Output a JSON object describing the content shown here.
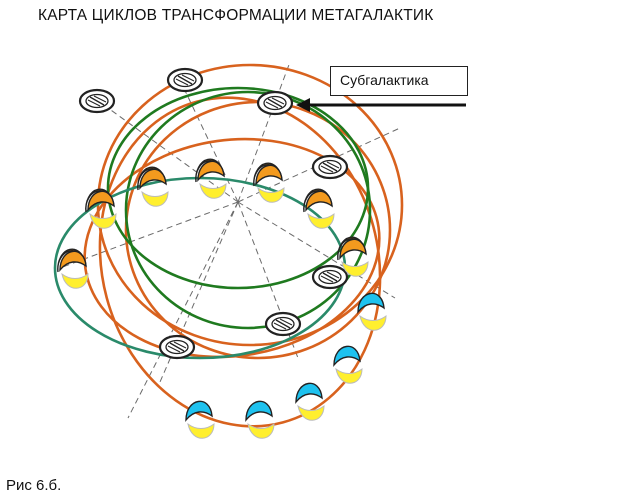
{
  "title": "КАРТА ЦИКЛОВ ТРАНСФОРМАЦИИ МЕТАГАЛАКТИК",
  "callout_label": "Субгалактика",
  "caption": "Рис 6.б.",
  "colors": {
    "orange_orbit": "#d8621e",
    "green_orbit": "#1f7a1f",
    "teal_orbit": "#2a8a6a",
    "orange_fill": "#f39a1e",
    "yellow_fill": "#ffef2e",
    "cyan_fill": "#1ec2ef",
    "axis_gray": "#6a6a6a"
  },
  "icons": [
    "subgalaxy-disc-icon",
    "crescent-pair-icon",
    "pointer-arrow-icon"
  ]
}
